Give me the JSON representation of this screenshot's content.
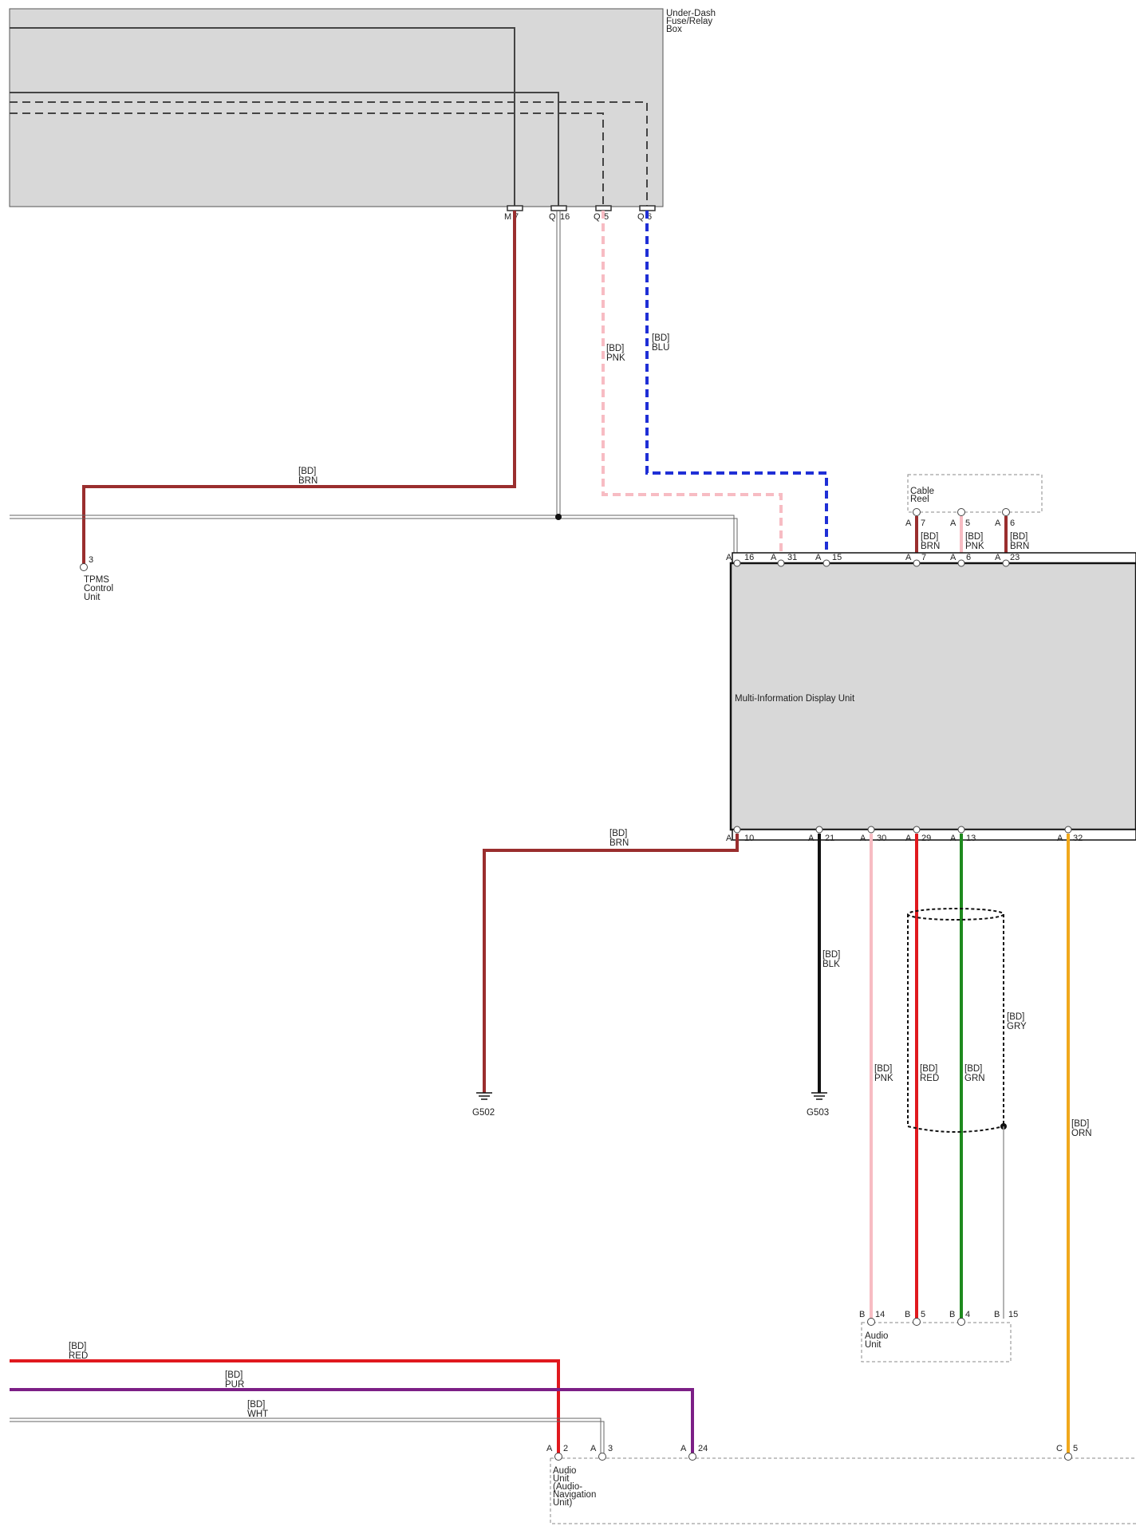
{
  "components": {
    "fuse_box": [
      "Under-Dash",
      "Fuse/Relay",
      "Box"
    ],
    "tpms": [
      "TPMS",
      "Control",
      "Unit"
    ],
    "mid": [
      "Multi-Information Display Unit"
    ],
    "cable_reel": [
      "Cable",
      "Reel"
    ],
    "audio_unit": [
      "Audio",
      "Unit"
    ],
    "audio_nav": [
      "Audio",
      "Unit",
      "(Audio-",
      "Navigation",
      "Unit)"
    ]
  },
  "grounds": {
    "g502": "G502",
    "g503": "G503"
  },
  "wires": {
    "brn_top": [
      "[BD]",
      "BRN"
    ],
    "pnk_top": [
      "[BD]",
      "PNK"
    ],
    "blu_top": [
      "[BD]",
      "BLU"
    ],
    "reel_brn_1": [
      "[BD]",
      "BRN"
    ],
    "reel_pnk": [
      "[BD]",
      "PNK"
    ],
    "reel_brn_2": [
      "[BD]",
      "BRN"
    ],
    "brn_g502": [
      "[BD]",
      "BRN"
    ],
    "blk_g503": [
      "[BD]",
      "BLK"
    ],
    "gry_shield": [
      "[BD]",
      "GRY"
    ],
    "pnk_audio": [
      "[BD]",
      "PNK"
    ],
    "red_audio": [
      "[BD]",
      "RED"
    ],
    "grn_audio": [
      "[BD]",
      "GRN"
    ],
    "orn_bottom": [
      "[BD]",
      "ORN"
    ],
    "red_bottom": [
      "[BD]",
      "RED"
    ],
    "pur_bottom": [
      "[BD]",
      "PUR"
    ],
    "wht_bottom": [
      "[BD]",
      "WHT"
    ]
  },
  "pins": {
    "fuse_m7_conn": "M",
    "fuse_m7_num": "7",
    "fuse_q16_conn": "Q",
    "fuse_q16_num": "16",
    "fuse_q5_conn": "Q",
    "fuse_q5_num": "5",
    "fuse_q6_conn": "Q",
    "fuse_q6_num": "6",
    "tpms_3": "3",
    "reel_a7_conn": "A",
    "reel_a7_num": "7",
    "reel_a5_conn": "A",
    "reel_a5_num": "5",
    "reel_a6_conn": "A",
    "reel_a6_num": "6",
    "mid_a16_conn": "A",
    "mid_a16_num": "16",
    "mid_a31_conn": "A",
    "mid_a31_num": "31",
    "mid_a15_conn": "A",
    "mid_a15_num": "15",
    "mid_a7_conn": "A",
    "mid_a7_num": "7",
    "mid_a6_conn": "A",
    "mid_a6_num": "6",
    "mid_a23_conn": "A",
    "mid_a23_num": "23",
    "mid_a10_conn": "A",
    "mid_a10_num": "10",
    "mid_a21_conn": "A",
    "mid_a21_num": "21",
    "mid_a30_conn": "A",
    "mid_a30_num": "30",
    "mid_a29_conn": "A",
    "mid_a29_num": "29",
    "mid_a13_conn": "A",
    "mid_a13_num": "13",
    "mid_a32_conn": "A",
    "mid_a32_num": "32",
    "aud_b14_conn": "B",
    "aud_b14_num": "14",
    "aud_b5_conn": "B",
    "aud_b5_num": "5",
    "aud_b4_conn": "B",
    "aud_b4_num": "4",
    "aud_b15_conn": "B",
    "aud_b15_num": "15",
    "nav_a2_conn": "A",
    "nav_a2_num": "2",
    "nav_a3_conn": "A",
    "nav_a3_num": "3",
    "nav_a24_conn": "A",
    "nav_a24_num": "24",
    "nav_c5_conn": "C",
    "nav_c5_num": "5"
  },
  "colors": {
    "brn": "#9a2e2e",
    "pnk": "#f7bcc3",
    "blu": "#1f2fd6",
    "blk": "#111111",
    "red": "#e0191e",
    "grn": "#1e8a1e",
    "orn": "#f0a81c",
    "pur": "#7c1f86",
    "gry": "#9a9a9a",
    "box_fill": "#d8d8d8",
    "outline": "#444444"
  }
}
